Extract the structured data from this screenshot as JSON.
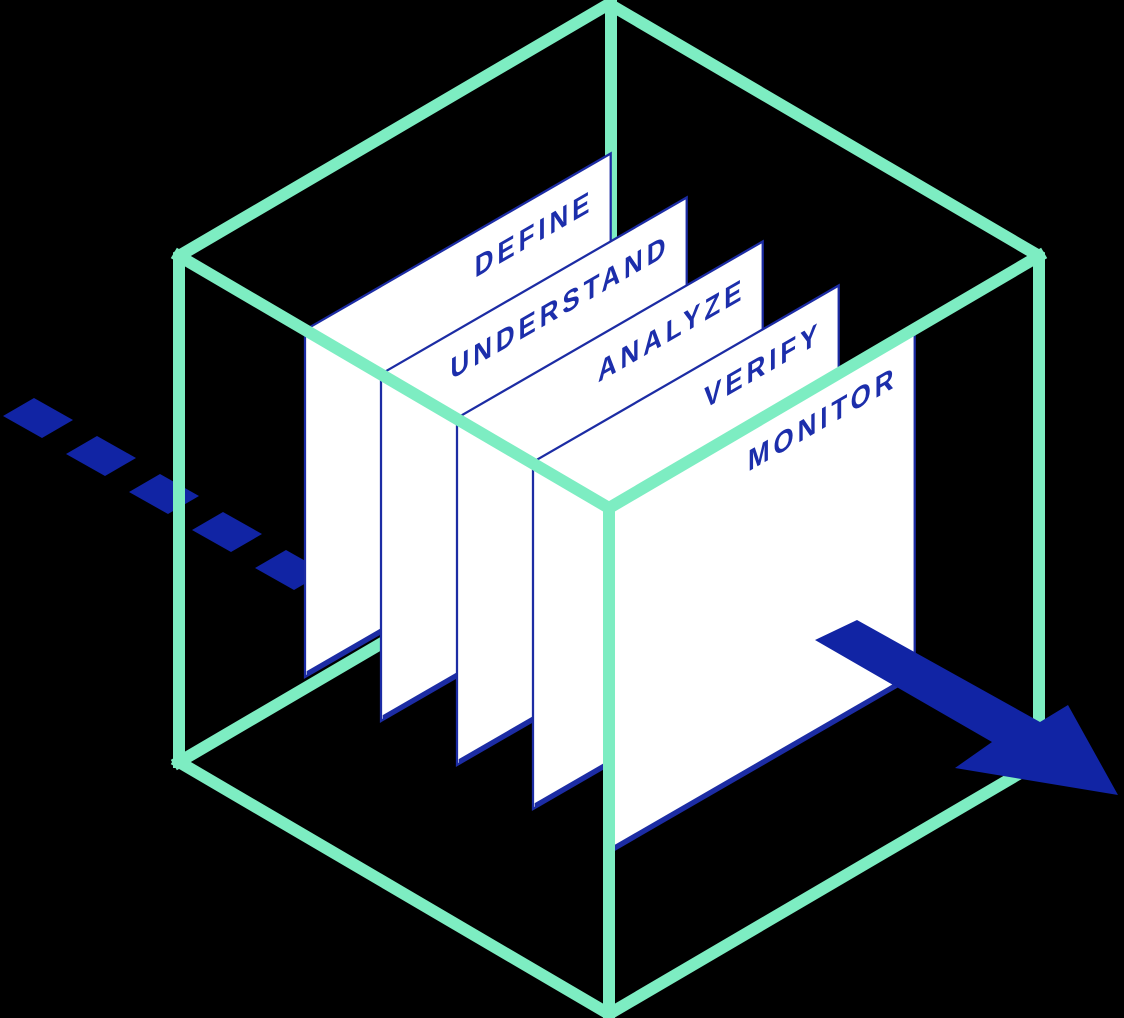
{
  "diagram": {
    "kind": "isometric-process-cube",
    "description": "Wireframe cube containing five sequential process panels with an input dashed arrow and an output solid arrow"
  },
  "panels": [
    {
      "label": "DEFINE"
    },
    {
      "label": "UNDERSTAND"
    },
    {
      "label": "ANALYZE"
    },
    {
      "label": "VERIFY"
    },
    {
      "label": "MONITOR"
    }
  ],
  "arrows": {
    "input": "dashed-flow-arrow",
    "output": "solid-flow-arrow"
  },
  "colors": {
    "background": "#000000",
    "cube": "#7DEDC2",
    "flow": "#1124A4",
    "panel_fill": "#FFFFFF",
    "panel_border": "#1C2CA4",
    "label_text": "#1C2EAB"
  }
}
